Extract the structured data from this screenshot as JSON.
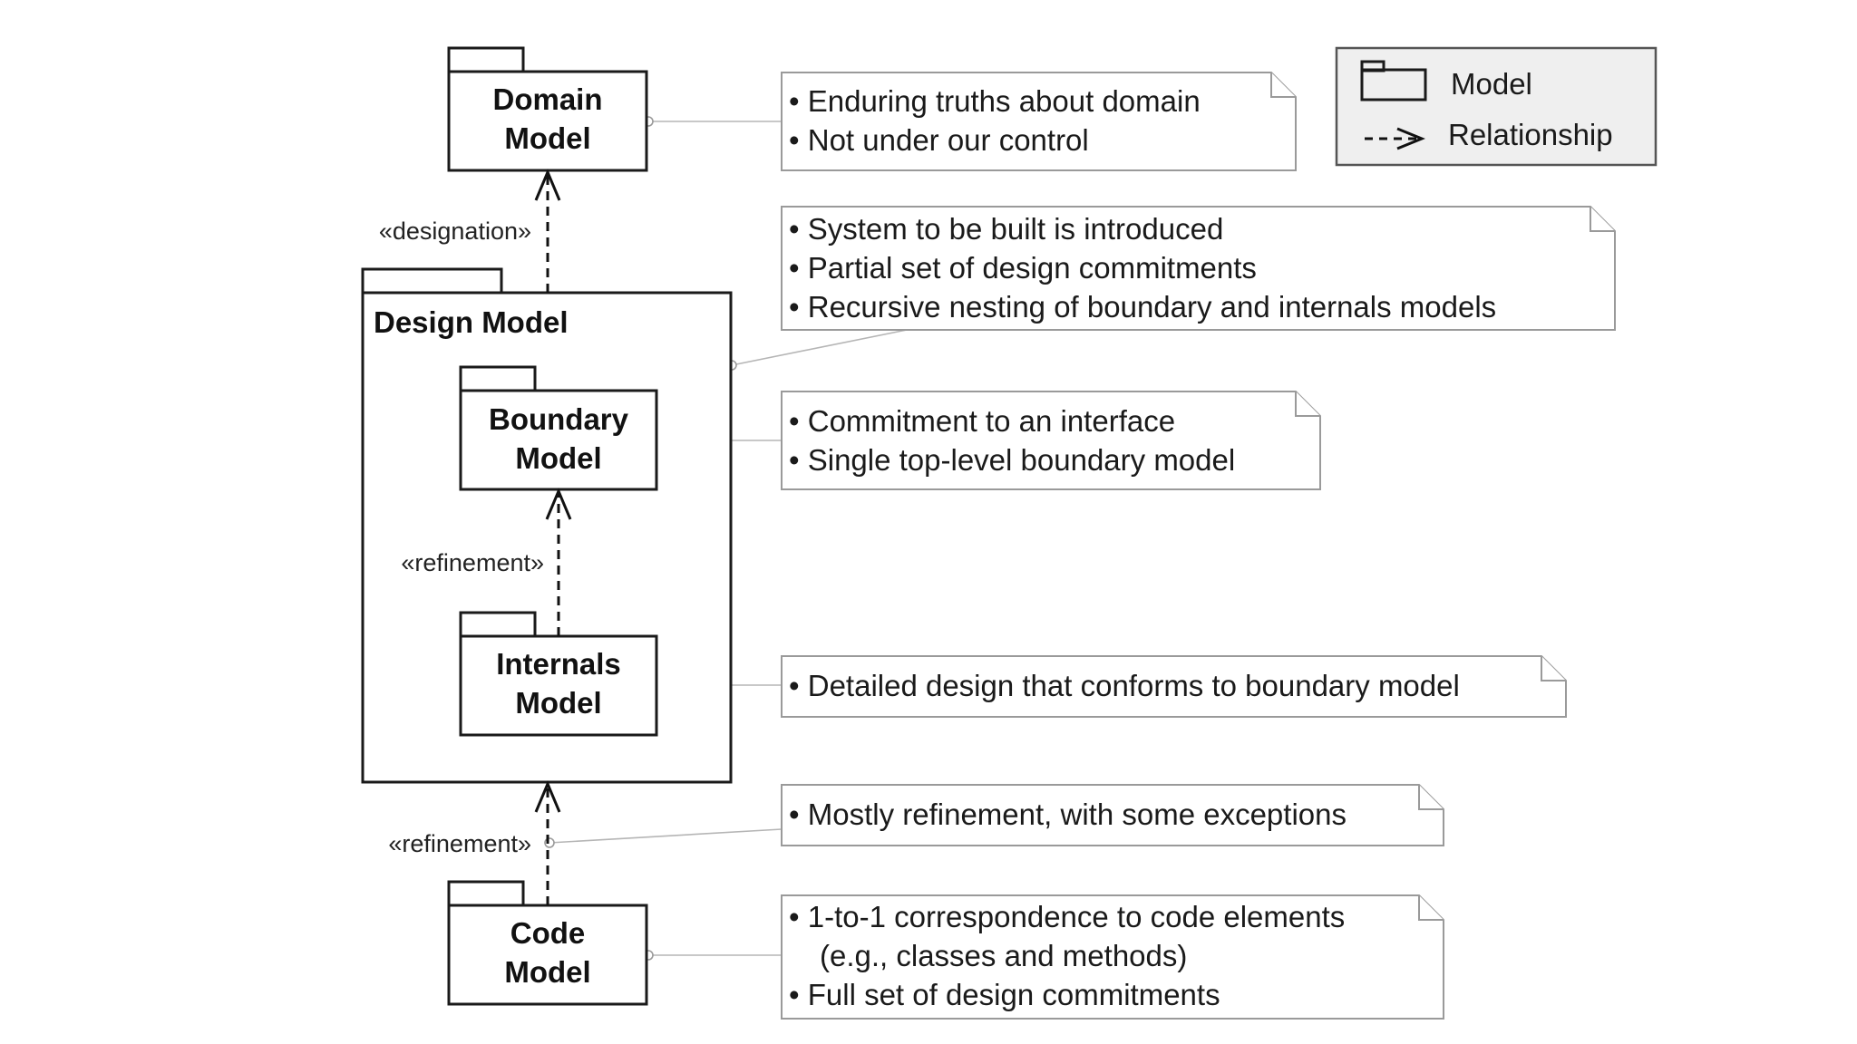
{
  "packages": {
    "domain": {
      "line1": "Domain",
      "line2": "Model"
    },
    "design": {
      "label": "Design Model"
    },
    "boundary": {
      "line1": "Boundary",
      "line2": "Model"
    },
    "internals": {
      "line1": "Internals",
      "line2": "Model"
    },
    "code": {
      "line1": "Code",
      "line2": "Model"
    }
  },
  "relationships": {
    "designation": "«designation»",
    "refinement_inner": "«refinement»",
    "refinement_outer": "«refinement»"
  },
  "notes": {
    "domain": [
      "Enduring truths about domain",
      "Not under our control"
    ],
    "design": [
      "System to be built is introduced",
      "Partial set of design commitments",
      "Recursive nesting of boundary and internals models"
    ],
    "boundary": [
      "Commitment to an interface",
      "Single top-level boundary model"
    ],
    "internals": [
      "Detailed design that conforms to boundary model"
    ],
    "refinement": [
      "Mostly refinement, with some exceptions"
    ],
    "code": [
      "1-to-1 correspondence to code elements",
      "(e.g., classes and methods)",
      "Full set of design commitments"
    ]
  },
  "legend": {
    "model_label": "Model",
    "relationship_label": "Relationship",
    "relationship_symbol": "->"
  }
}
